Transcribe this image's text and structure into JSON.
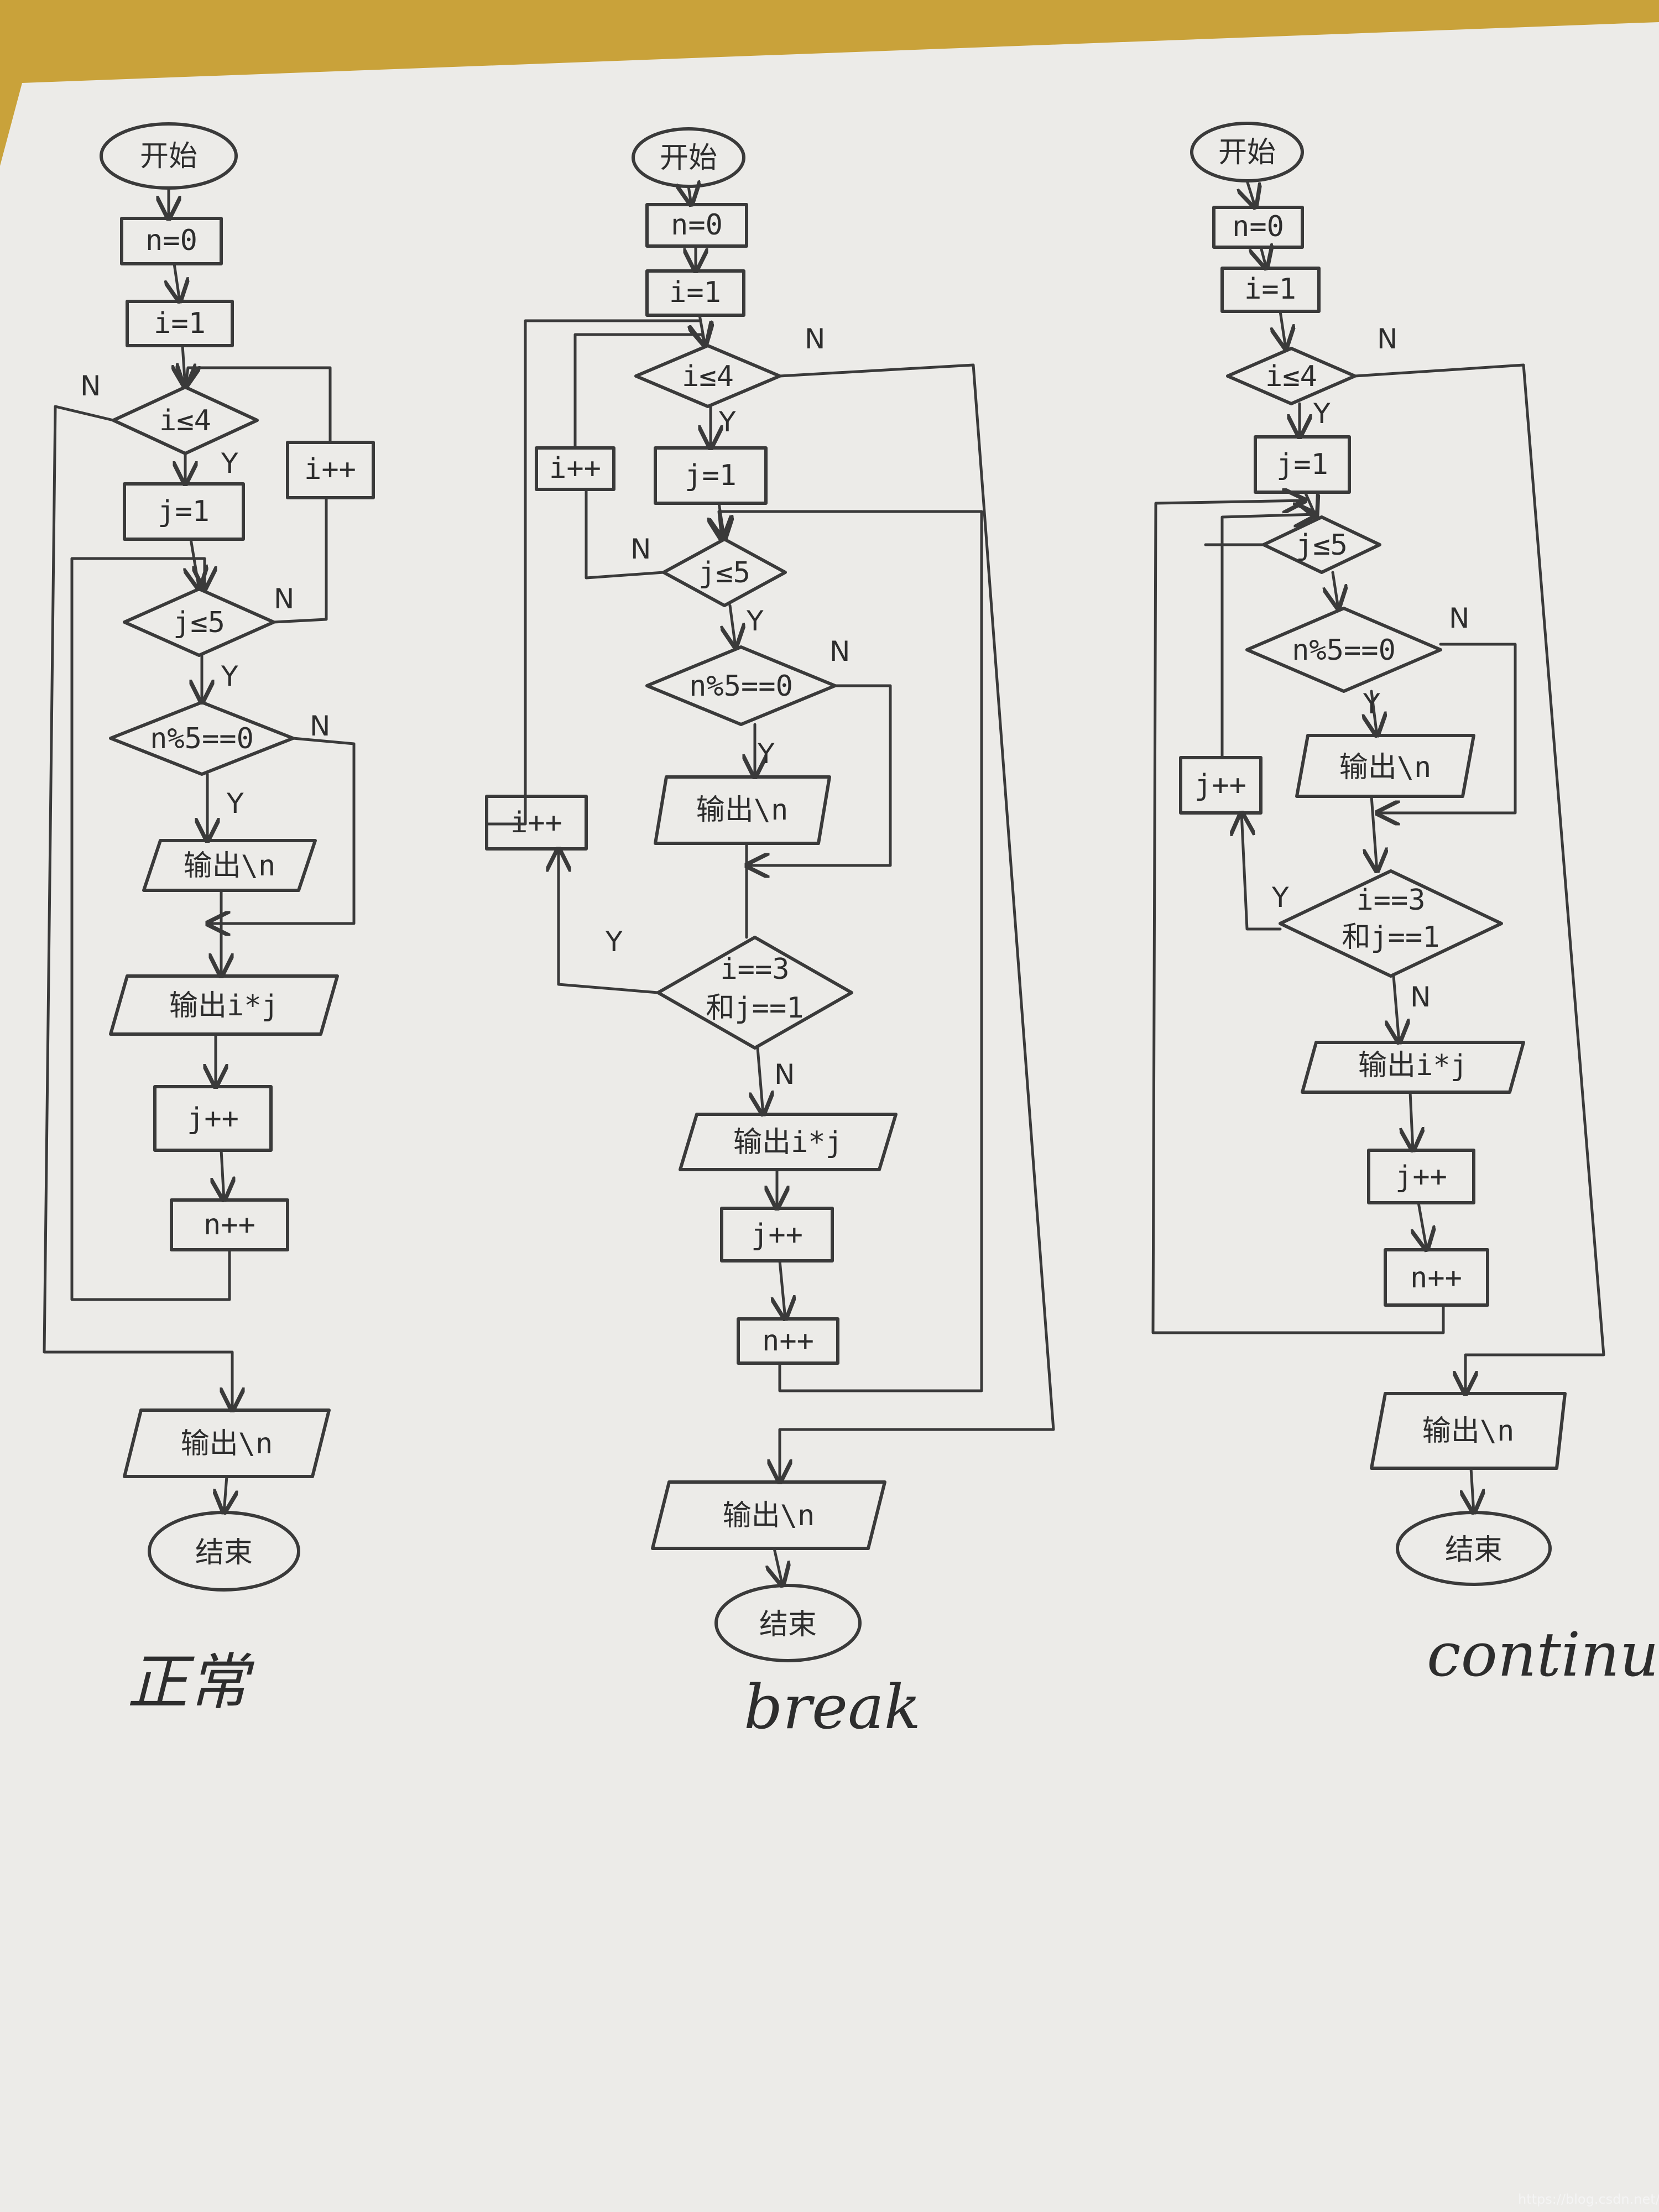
{
  "charts": [
    {
      "caption": "正常",
      "nodes": {
        "start": "开始",
        "n_init": "n=0",
        "i_init": "i=1",
        "cond_i": "i≤4",
        "j_init": "j=1",
        "cond_j": "j≤5",
        "cond_mod": "n%5==0",
        "out_n": "输出\\n",
        "out_ij": "输出i*j",
        "inc_j": "j++",
        "inc_n": "n++",
        "inc_i": "i++",
        "out_n_end": "输出\\n",
        "end": "结束"
      },
      "edge_labels": {
        "n1": "N",
        "y1": "Y",
        "n2": "N",
        "y2": "Y",
        "n3": "N",
        "y3": "Y"
      }
    },
    {
      "caption": "break",
      "nodes": {
        "start": "开始",
        "n_init": "n=0",
        "i_init": "i=1",
        "cond_i": "i≤4",
        "j_init": "j=1",
        "cond_j": "j≤5",
        "cond_mod": "n%5==0",
        "out_n": "输出\\n",
        "cond_break_a": "i==3",
        "cond_break_b": "和j==1",
        "out_ij": "输出i*j",
        "inc_j": "j++",
        "inc_n": "n++",
        "inc_i_a": "i++",
        "inc_i_b": "i++",
        "out_n_end": "输出\\n",
        "end": "结束"
      },
      "edge_labels": {
        "n1": "N",
        "y1": "Y",
        "n2": "N",
        "y2": "Y",
        "n3": "N",
        "y3": "Y",
        "y4": "Y",
        "n4": "N"
      }
    },
    {
      "caption": "continue",
      "nodes": {
        "start": "开始",
        "n_init": "n=0",
        "i_init": "i=1",
        "cond_i": "i≤4",
        "j_init": "j=1",
        "cond_j": "j≤5",
        "cond_mod": "n%5==0",
        "out_n": "输出\\n",
        "cond_cont_a": "i==3",
        "cond_cont_b": "和j==1",
        "out_ij": "输出i*j",
        "inc_j": "j++",
        "inc_n": "n++",
        "inc_i": "j++",
        "out_n_end": "输出\\n",
        "end": "结束"
      },
      "edge_labels": {
        "n1": "N",
        "y1": "Y",
        "n2": "N",
        "y2": "Y",
        "y3": "Y",
        "n3": "N"
      }
    }
  ],
  "watermark": "https://blog.csdn.net/qq_4171..."
}
